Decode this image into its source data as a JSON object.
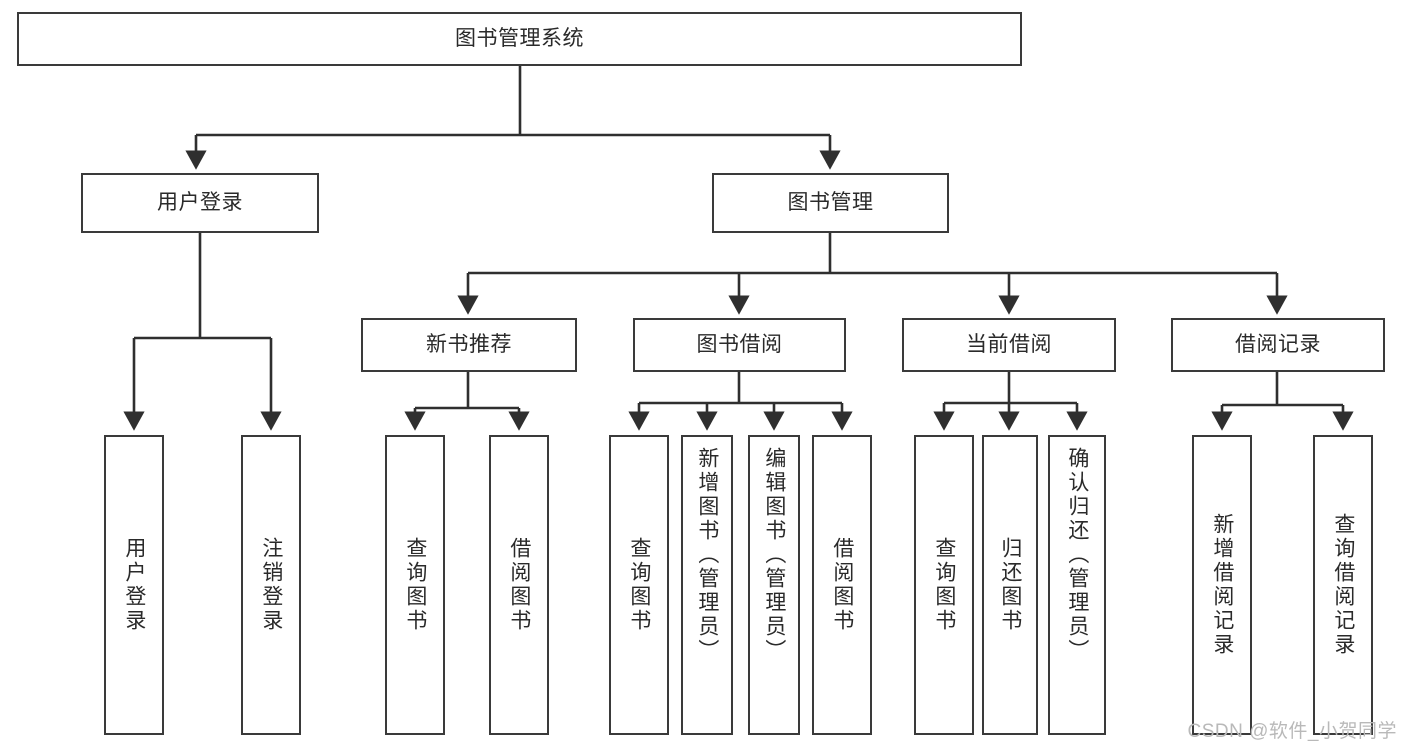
{
  "diagram": {
    "type": "tree",
    "title": "图书管理系统",
    "watermark": "CSDN @软件_小贺同学",
    "colors": {
      "box_border": "#3a3a3a",
      "box_fill": "#ffffff",
      "text": "#2a2a2a",
      "edge": "#2f2f2f",
      "watermark": "#b9b9b9",
      "background": "#ffffff"
    },
    "root": {
      "label": "图书管理系统"
    },
    "level1": [
      {
        "label": "用户登录"
      },
      {
        "label": "图书管理"
      }
    ],
    "level2": [
      {
        "label": "新书推荐"
      },
      {
        "label": "图书借阅"
      },
      {
        "label": "当前借阅"
      },
      {
        "label": "借阅记录"
      }
    ],
    "leaves": {
      "user_login": [
        {
          "label": "用户登录"
        },
        {
          "label": "注销登录"
        }
      ],
      "new_book": [
        {
          "label": "查询图书"
        },
        {
          "label": "借阅图书"
        }
      ],
      "book_borrow": [
        {
          "label": "查询图书"
        },
        {
          "label": "新增图书（管理员）"
        },
        {
          "label": "编辑图书（管理员）"
        },
        {
          "label": "借阅图书"
        }
      ],
      "current_borrow": [
        {
          "label": "查询图书"
        },
        {
          "label": "归还图书"
        },
        {
          "label": "确认归还（管理员）"
        }
      ],
      "borrow_record": [
        {
          "label": "新增借阅记录"
        },
        {
          "label": "查询借阅记录"
        }
      ]
    }
  }
}
